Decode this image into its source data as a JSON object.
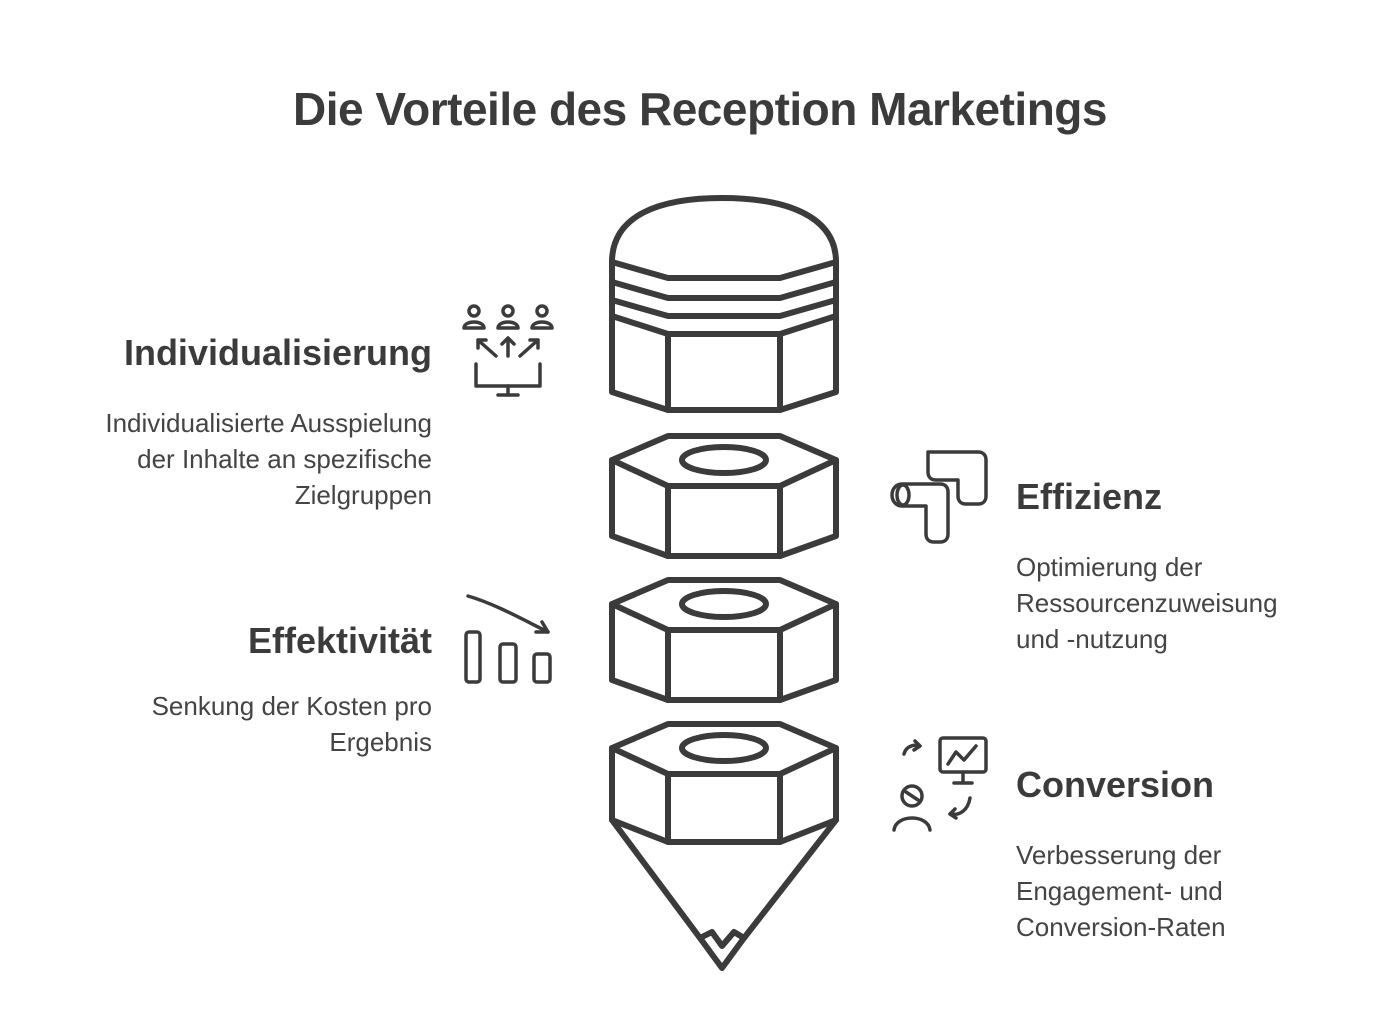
{
  "title": "Die Vorteile des Reception Marketings",
  "items": [
    {
      "heading": "Individualisierung",
      "lines": [
        "Individualisierte Ausspielung",
        "der Inhalte an spezifische",
        "Zielgruppen"
      ],
      "icon": "audience-targeting-icon"
    },
    {
      "heading": "Effizienz",
      "lines": [
        "Optimierung der",
        "Ressourcenzuweisung",
        "und -nutzung"
      ],
      "icon": "pipe-flow-icon"
    },
    {
      "heading": "Effektivität",
      "lines": [
        "Senkung der Kosten pro",
        "Ergebnis"
      ],
      "icon": "declining-bars-icon"
    },
    {
      "heading": "Conversion",
      "lines": [
        "Verbesserung der",
        "Engagement- und",
        "Conversion-Raten"
      ],
      "icon": "person-screen-cycle-icon"
    }
  ],
  "colors": {
    "stroke": "#3b3b3b",
    "text": "#3b3b3b",
    "background": "#ffffff"
  }
}
